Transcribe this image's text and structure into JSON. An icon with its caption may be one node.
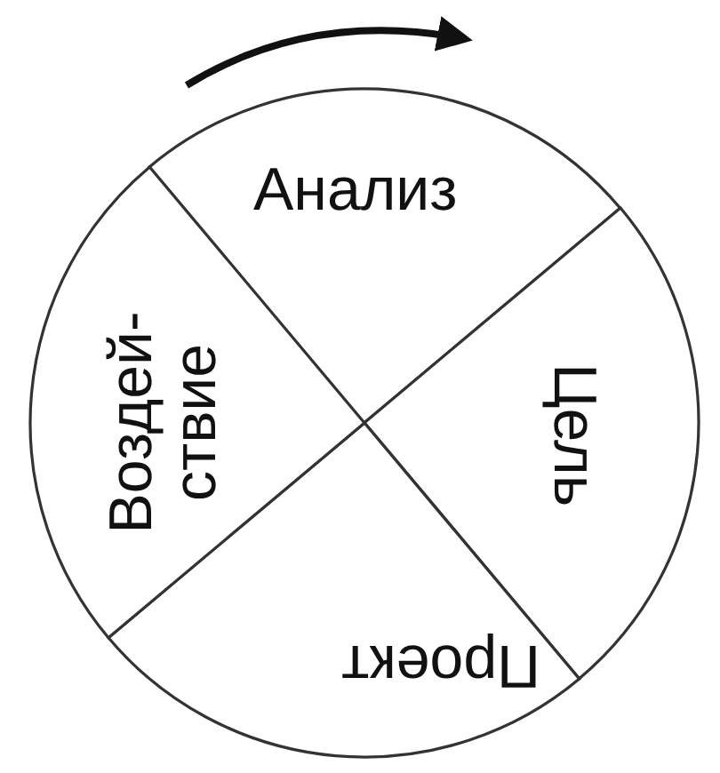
{
  "diagram": {
    "nodes": [
      {
        "text": [
          "Анализ"
        ]
      },
      {
        "text": [
          "Цель"
        ]
      },
      {
        "text": [
          "Проект"
        ]
      },
      {
        "text": [
          "Воздей- ствие"
        ]
      }
    ]
  }
}
